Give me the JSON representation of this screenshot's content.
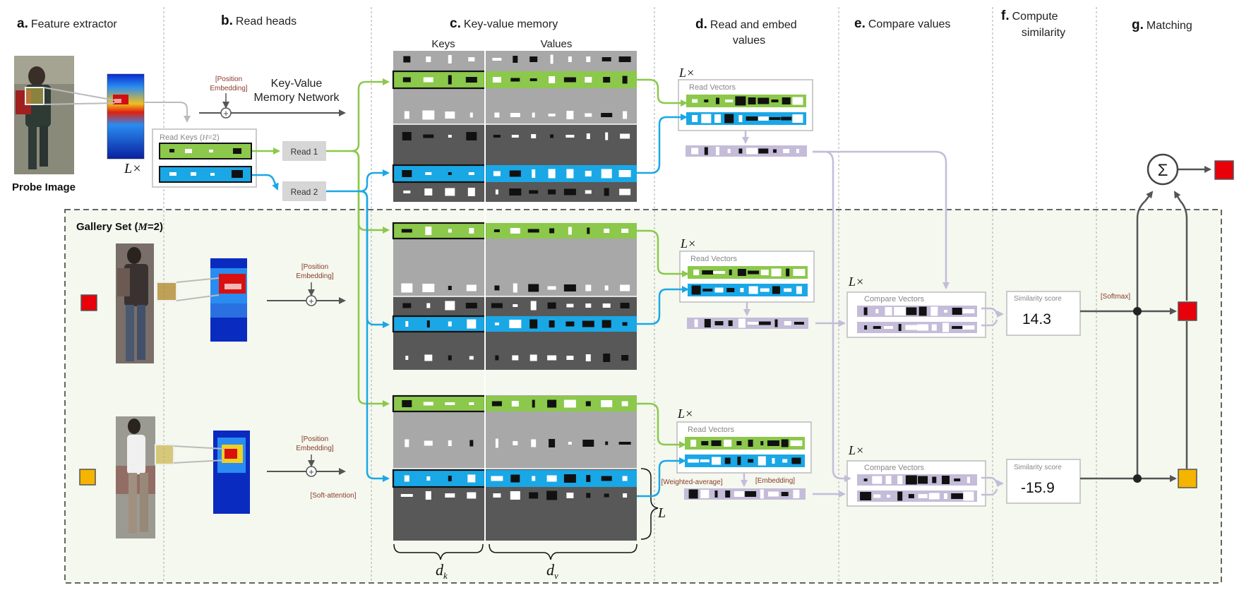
{
  "sections": [
    {
      "letter": "a.",
      "title": "Feature extractor"
    },
    {
      "letter": "b.",
      "title": "Read heads"
    },
    {
      "letter": "c.",
      "title": "Key-value memory"
    },
    {
      "letter": "d.",
      "title": "Read and embed",
      "title2": "values"
    },
    {
      "letter": "e.",
      "title": "Compare values"
    },
    {
      "letter": "f.",
      "title": "Compute",
      "title2": "similarity"
    },
    {
      "letter": "g.",
      "title": "Matching"
    }
  ],
  "probe_label": "Probe Image",
  "gallery_label": "Gallery Set (M=2)",
  "gallery_prefix": "Gallery Set (",
  "gallery_m": "M",
  "gallery_suffix": "=2)",
  "position_embedding_1": "[Position",
  "position_embedding_2": "Embedding]",
  "kv_network_1": "Key-Value",
  "kv_network_2": "Memory Network",
  "read_keys": "Read Keys (H=2)",
  "read_keys_prefix": "Read Keys (",
  "read_keys_h": "H",
  "read_keys_suffix": "=2)",
  "read1": "Read 1",
  "read2": "Read 2",
  "lx": "L×",
  "keys_header": "Keys",
  "values_header": "Values",
  "read_vectors": "Read Vectors",
  "compare_vectors": "Compare Vectors",
  "similarity_label": "Similarity score",
  "similarity_values": [
    "14.3",
    "-15.9"
  ],
  "softmax": "[Softmax]",
  "soft_attention": "[Soft-attention]",
  "weighted_average": "[Weighted-average]",
  "embedding": "[Embedding]",
  "dk": "d",
  "dk_sub": "k",
  "dv": "d",
  "dv_sub": "v",
  "L": "L",
  "sigma": "Σ",
  "colors": {
    "green": "#8cc84b",
    "blue": "#1aa7e6",
    "lavender": "#c4bcd8",
    "red": "#e8000b",
    "orange": "#f5b400",
    "gallery_bg": "#f4f8ef"
  }
}
